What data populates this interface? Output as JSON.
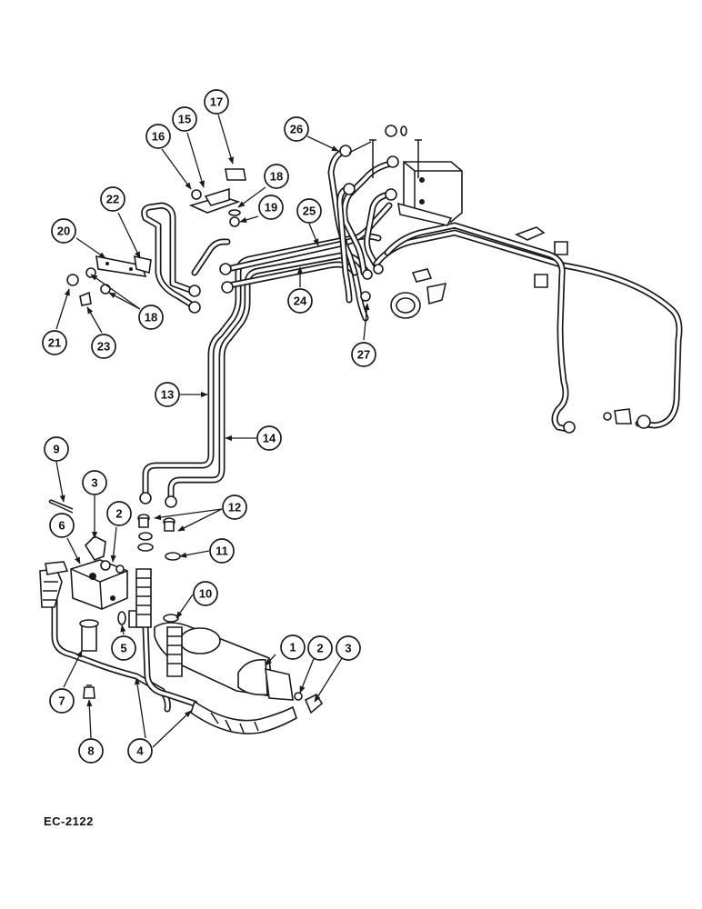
{
  "figure_ref": "EC-2122",
  "callouts": [
    {
      "id": "c1",
      "label": "1"
    },
    {
      "id": "c2a",
      "label": "2"
    },
    {
      "id": "c2b",
      "label": "2"
    },
    {
      "id": "c3a",
      "label": "3"
    },
    {
      "id": "c3b",
      "label": "3"
    },
    {
      "id": "c4",
      "label": "4"
    },
    {
      "id": "c5",
      "label": "5"
    },
    {
      "id": "c6",
      "label": "6"
    },
    {
      "id": "c7",
      "label": "7"
    },
    {
      "id": "c8",
      "label": "8"
    },
    {
      "id": "c9",
      "label": "9"
    },
    {
      "id": "c10",
      "label": "10"
    },
    {
      "id": "c11",
      "label": "11"
    },
    {
      "id": "c12",
      "label": "12"
    },
    {
      "id": "c13",
      "label": "13"
    },
    {
      "id": "c14",
      "label": "14"
    },
    {
      "id": "c15",
      "label": "15"
    },
    {
      "id": "c16",
      "label": "16"
    },
    {
      "id": "c17",
      "label": "17"
    },
    {
      "id": "c18a",
      "label": "18"
    },
    {
      "id": "c18b",
      "label": "18"
    },
    {
      "id": "c19",
      "label": "19"
    },
    {
      "id": "c20",
      "label": "20"
    },
    {
      "id": "c21",
      "label": "21"
    },
    {
      "id": "c22",
      "label": "22"
    },
    {
      "id": "c23",
      "label": "23"
    },
    {
      "id": "c24",
      "label": "24"
    },
    {
      "id": "c25",
      "label": "25"
    },
    {
      "id": "c26",
      "label": "26"
    },
    {
      "id": "c27",
      "label": "27"
    }
  ]
}
